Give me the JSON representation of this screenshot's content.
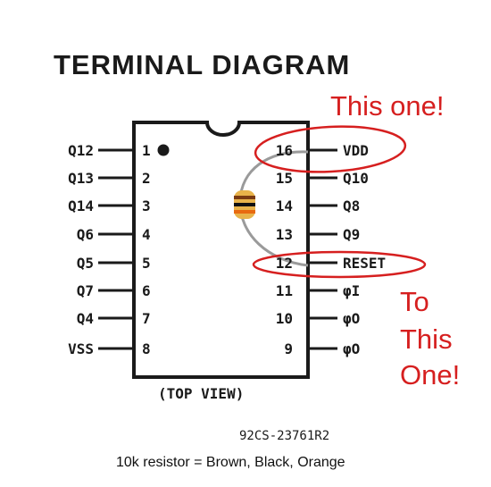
{
  "title": "TERMINAL DIAGRAM",
  "left_pins": [
    {
      "number": "1",
      "label": "Q12"
    },
    {
      "number": "2",
      "label": "Q13"
    },
    {
      "number": "3",
      "label": "Q14"
    },
    {
      "number": "4",
      "label": "Q6"
    },
    {
      "number": "5",
      "label": "Q5"
    },
    {
      "number": "6",
      "label": "Q7"
    },
    {
      "number": "7",
      "label": "Q4"
    },
    {
      "number": "8",
      "label": "VSS"
    }
  ],
  "right_pins": [
    {
      "number": "16",
      "label": "VDD"
    },
    {
      "number": "15",
      "label": "Q10"
    },
    {
      "number": "14",
      "label": "Q8"
    },
    {
      "number": "13",
      "label": "Q9"
    },
    {
      "number": "12",
      "label": "RESET"
    },
    {
      "number": "11",
      "label": "φI"
    },
    {
      "number": "10",
      "label": "φO"
    },
    {
      "number": "9",
      "label": "φO"
    }
  ],
  "view_label": "(TOP VIEW)",
  "part_code": "92CS-23761R2",
  "annotation_this_one": "This one!",
  "annotation_to_lines": [
    "To",
    "This",
    "One!"
  ],
  "caption": "10k resistor = Brown, Black, Orange",
  "colors": {
    "ink": "#1a1a1a",
    "annotation": "#d61f1f",
    "wire": "#9a9a9a",
    "resistor_body": "#e8b34a",
    "band_brown": "#7a3b12",
    "band_black": "#111111",
    "band_orange": "#e86a10"
  }
}
